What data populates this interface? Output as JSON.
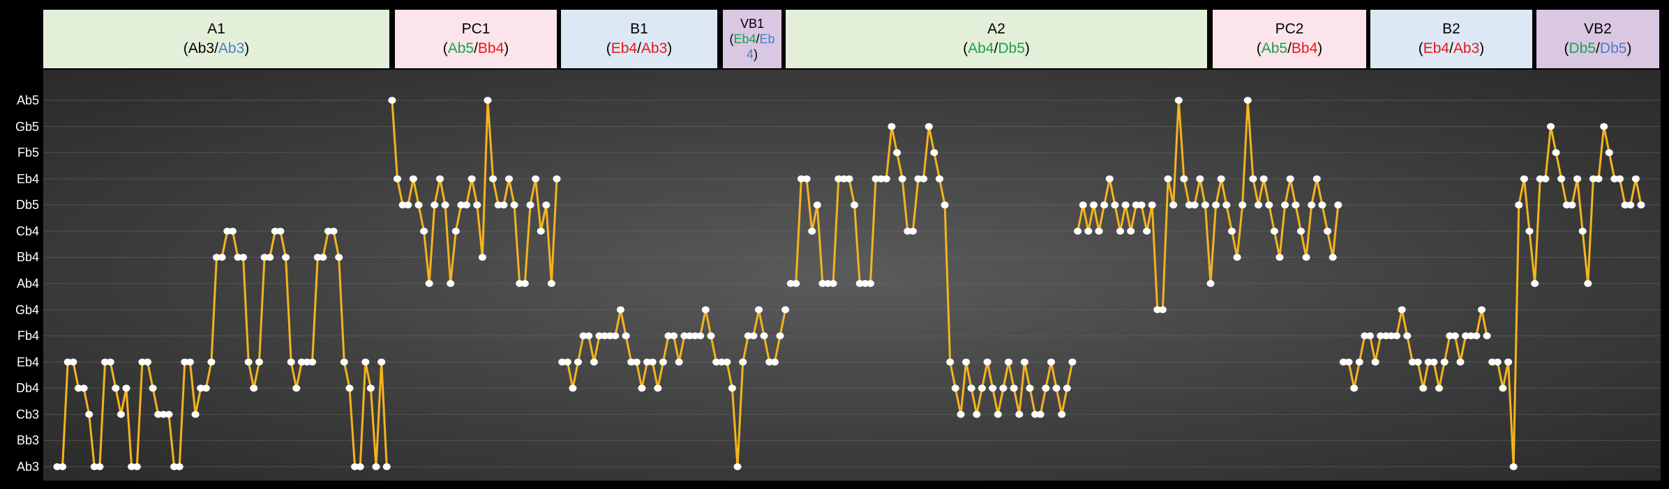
{
  "colors": {
    "green": "#17a34a",
    "red": "#e8161b",
    "blue": "#4a7fc4",
    "black": "#000000",
    "line": "#f5b41e",
    "point": "#ffffff",
    "grid": "#6a6a6a"
  },
  "sections": [
    {
      "label": "A1",
      "bg": "#e3efd9",
      "keys": [
        {
          "text": "(",
          "color": "black"
        },
        {
          "text": "Ab3",
          "color": "black"
        },
        {
          "text": "/",
          "color": "black"
        },
        {
          "text": "Ab3",
          "color": "blue"
        },
        {
          "text": ")",
          "color": "black"
        }
      ]
    },
    {
      "label": "PC1",
      "bg": "#fbe4ea",
      "keys": [
        {
          "text": "(",
          "color": "black"
        },
        {
          "text": "Ab5",
          "color": "green"
        },
        {
          "text": "/",
          "color": "black"
        },
        {
          "text": "Bb4",
          "color": "red"
        },
        {
          "text": ")",
          "color": "black"
        }
      ]
    },
    {
      "label": "B1",
      "bg": "#dde8f5",
      "keys": [
        {
          "text": "(",
          "color": "black"
        },
        {
          "text": "Eb4",
          "color": "red"
        },
        {
          "text": "/",
          "color": "black"
        },
        {
          "text": "Ab3",
          "color": "red"
        },
        {
          "text": ")",
          "color": "black"
        }
      ]
    },
    {
      "label": "VB1",
      "bg": "#dac7e2",
      "keys": [
        {
          "text": "(",
          "color": "black"
        },
        {
          "text": "Eb4",
          "color": "green"
        },
        {
          "text": "/",
          "color": "black"
        },
        {
          "text": "Eb4",
          "color": "blue"
        },
        {
          "text": ")",
          "color": "black"
        }
      ]
    },
    {
      "label": "A2",
      "bg": "#e3efd9",
      "keys": [
        {
          "text": "(",
          "color": "black"
        },
        {
          "text": "Ab4",
          "color": "green"
        },
        {
          "text": "/",
          "color": "black"
        },
        {
          "text": "Db5",
          "color": "green"
        },
        {
          "text": ")",
          "color": "black"
        }
      ]
    },
    {
      "label": "PC2",
      "bg": "#fbe4ea",
      "keys": [
        {
          "text": "(",
          "color": "black"
        },
        {
          "text": "Ab5",
          "color": "green"
        },
        {
          "text": "/",
          "color": "black"
        },
        {
          "text": "Bb4",
          "color": "red"
        },
        {
          "text": ")",
          "color": "black"
        }
      ]
    },
    {
      "label": "B2",
      "bg": "#dde8f5",
      "keys": [
        {
          "text": "(",
          "color": "black"
        },
        {
          "text": "Eb4",
          "color": "red"
        },
        {
          "text": "/",
          "color": "black"
        },
        {
          "text": "Ab3",
          "color": "red"
        },
        {
          "text": ")",
          "color": "black"
        }
      ]
    },
    {
      "label": "VB2",
      "bg": "#dac7e2",
      "keys": [
        {
          "text": "(",
          "color": "black"
        },
        {
          "text": "Db5",
          "color": "green"
        },
        {
          "text": "/",
          "color": "black"
        },
        {
          "text": "Db5",
          "color": "blue"
        },
        {
          "text": ")",
          "color": "black"
        }
      ]
    }
  ],
  "chart_data": {
    "type": "line",
    "title": "",
    "xlabel": "",
    "ylabel": "",
    "yticks": [
      "Ab3",
      "Bb3",
      "Cb3",
      "Db4",
      "Eb4",
      "Fb4",
      "Gb4",
      "Ab4",
      "Bb4",
      "Cb4",
      "Db5",
      "Eb4",
      "Fb5",
      "Gb5",
      "Ab5"
    ],
    "grid": true,
    "legend": "none",
    "x_range": [
      1,
      299
    ],
    "series": [
      {
        "segment": "A1",
        "x": [
          1,
          2,
          3,
          4,
          5,
          6,
          7,
          8,
          9,
          10,
          11,
          12,
          13,
          14,
          15,
          16,
          17,
          18,
          19,
          20,
          21,
          22,
          23,
          24,
          25,
          26,
          27,
          28,
          29,
          30,
          31,
          32,
          33,
          34,
          35,
          36,
          37,
          38,
          39,
          40,
          41,
          42,
          43,
          44,
          45,
          46,
          47,
          48,
          49,
          50,
          51,
          52,
          53,
          54,
          55,
          56,
          57,
          58,
          59,
          60,
          61,
          62,
          63
        ],
        "y": [
          0,
          0,
          4,
          4,
          3,
          3,
          2,
          0,
          0,
          4,
          4,
          3,
          2,
          3,
          0,
          0,
          4,
          4,
          3,
          2,
          2,
          2,
          0,
          0,
          4,
          4,
          2,
          3,
          3,
          4,
          8,
          8,
          9,
          9,
          8,
          8,
          4,
          3,
          4,
          8,
          8,
          9,
          9,
          8,
          4,
          3,
          4,
          4,
          4,
          8,
          8,
          9,
          9,
          8,
          4,
          3,
          0,
          0,
          4,
          3,
          0,
          4,
          0
        ]
      },
      {
        "segment": "PC1",
        "x": [
          64,
          65,
          66,
          67,
          68,
          69,
          70,
          71,
          72,
          73,
          74,
          75,
          76,
          77,
          78,
          79,
          80,
          81,
          82,
          83,
          84,
          85,
          86,
          87,
          88,
          89,
          90,
          91,
          92,
          93,
          94,
          95
        ],
        "y": [
          14,
          11,
          10,
          10,
          11,
          10,
          9,
          7,
          10,
          11,
          10,
          7,
          9,
          10,
          10,
          11,
          10,
          8,
          14,
          11,
          10,
          10,
          11,
          10,
          7,
          7,
          10,
          11,
          9,
          10,
          7,
          11
        ]
      },
      {
        "segment": "B1",
        "x": [
          96,
          97,
          98,
          99,
          100,
          101,
          102,
          103,
          104,
          105,
          106,
          107,
          108,
          109,
          110,
          111,
          112,
          113,
          114,
          115,
          116,
          117,
          118,
          119,
          120,
          121,
          122,
          123,
          124,
          125,
          126,
          127,
          128,
          129,
          130,
          131,
          132,
          133,
          134,
          135,
          136,
          137,
          138
        ],
        "y": [
          4,
          4,
          3,
          4,
          5,
          5,
          4,
          5,
          5,
          5,
          5,
          6,
          5,
          4,
          4,
          3,
          4,
          4,
          3,
          4,
          5,
          5,
          4,
          5,
          5,
          5,
          5,
          6,
          5,
          4,
          4,
          4,
          3,
          0,
          4,
          5,
          5,
          6,
          5,
          4,
          4,
          5,
          6
        ]
      },
      {
        "segment": "A2",
        "x": [
          139,
          140,
          141,
          142,
          143,
          144,
          145,
          146,
          147,
          148,
          149,
          150,
          151,
          152,
          153,
          154,
          155,
          156,
          157,
          158,
          159,
          160,
          161,
          162,
          163,
          164,
          165,
          166,
          167,
          168,
          169,
          170,
          171,
          172,
          173,
          174,
          175,
          176,
          177,
          178,
          179,
          180,
          181,
          182,
          183,
          184,
          185,
          186,
          187,
          188,
          189,
          190,
          191,
          192
        ],
        "y": [
          7,
          7,
          11,
          11,
          9,
          10,
          7,
          7,
          7,
          11,
          11,
          11,
          10,
          7,
          7,
          7,
          11,
          11,
          11,
          13,
          12,
          11,
          9,
          9,
          11,
          11,
          13,
          12,
          11,
          10,
          4,
          3,
          2,
          4,
          3,
          2,
          3,
          4,
          3,
          2,
          3,
          4,
          3,
          2,
          4,
          3,
          2,
          2,
          3,
          4,
          3,
          2,
          3,
          4
        ]
      },
      {
        "segment": "PC2",
        "x": [
          193,
          194,
          195,
          196,
          197,
          198,
          199,
          200,
          201,
          202,
          203,
          204,
          205,
          206,
          207,
          208,
          209,
          210,
          211,
          212,
          213,
          214,
          215,
          216,
          217,
          218,
          219,
          220,
          221,
          222,
          223,
          224,
          225,
          226,
          227,
          228,
          229,
          230,
          231,
          232,
          233,
          234,
          235,
          236,
          237,
          238,
          239,
          240,
          241,
          242
        ],
        "y": [
          9,
          10,
          9,
          10,
          9,
          10,
          11,
          10,
          9,
          10,
          9,
          10,
          10,
          9,
          10,
          6,
          6,
          11,
          10,
          14,
          11,
          10,
          10,
          11,
          10,
          7,
          10,
          11,
          10,
          9,
          8,
          10,
          14,
          11,
          10,
          11,
          10,
          9,
          8,
          10,
          11,
          10,
          9,
          8,
          10,
          11,
          10,
          9,
          8,
          10
        ]
      },
      {
        "segment": "B2",
        "x": [
          243,
          244,
          245,
          246,
          247,
          248,
          249,
          250,
          251,
          252,
          253,
          254,
          255,
          256,
          257,
          258,
          259,
          260,
          261,
          262,
          263,
          264,
          265,
          266,
          267,
          268,
          269,
          270
        ],
        "y": [
          4,
          4,
          3,
          4,
          5,
          5,
          4,
          5,
          5,
          5,
          5,
          6,
          5,
          4,
          4,
          3,
          4,
          4,
          3,
          4,
          5,
          5,
          4,
          5,
          5,
          5,
          6,
          5
        ]
      },
      {
        "segment": "VB2",
        "x": [
          271,
          272,
          273,
          274,
          275,
          276,
          277,
          278,
          279,
          280,
          281,
          282,
          283,
          284,
          285,
          286,
          287,
          288,
          289,
          290,
          291,
          292,
          293,
          294,
          295,
          296,
          297,
          298,
          299
        ],
        "y": [
          4,
          4,
          3,
          4,
          0,
          10,
          11,
          9,
          7,
          11,
          11,
          13,
          12,
          11,
          10,
          10,
          11,
          9,
          7,
          11,
          11,
          13,
          12,
          11,
          11,
          10,
          10,
          11,
          10
        ]
      }
    ]
  }
}
